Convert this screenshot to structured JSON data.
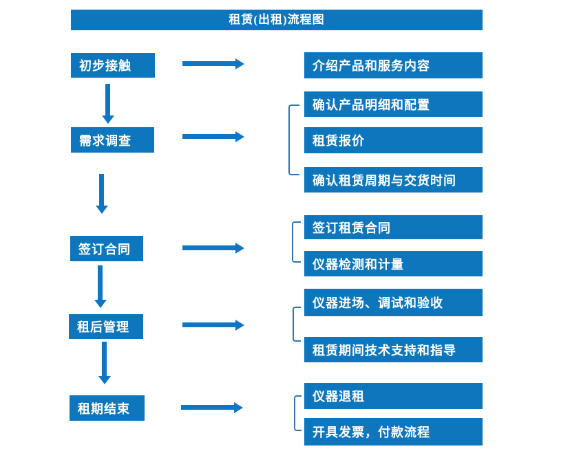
{
  "title": "租赁(出租)流程图",
  "colors": {
    "box_fill": "#0d76bd",
    "arrow": "#0e76c4",
    "bracket": "#2e74b5",
    "text": "#ffffff",
    "background": "#ffffff"
  },
  "steps": [
    {
      "label": "初步接触",
      "outputs": [
        "介绍产品和服务内容"
      ]
    },
    {
      "label": "需求调查",
      "outputs": [
        "确认产品明细和配置",
        "租赁报价",
        "确认租赁周期与交货时间"
      ]
    },
    {
      "label": "签订合同",
      "outputs": [
        "签订租赁合同",
        "仪器检测和计量"
      ]
    },
    {
      "label": "租后管理",
      "outputs": [
        "仪器进场、调试和验收",
        "租赁期间技术支持和指导"
      ]
    },
    {
      "label": "租期结束",
      "outputs": [
        "仪器退租",
        "开具发票，付款流程"
      ]
    }
  ]
}
